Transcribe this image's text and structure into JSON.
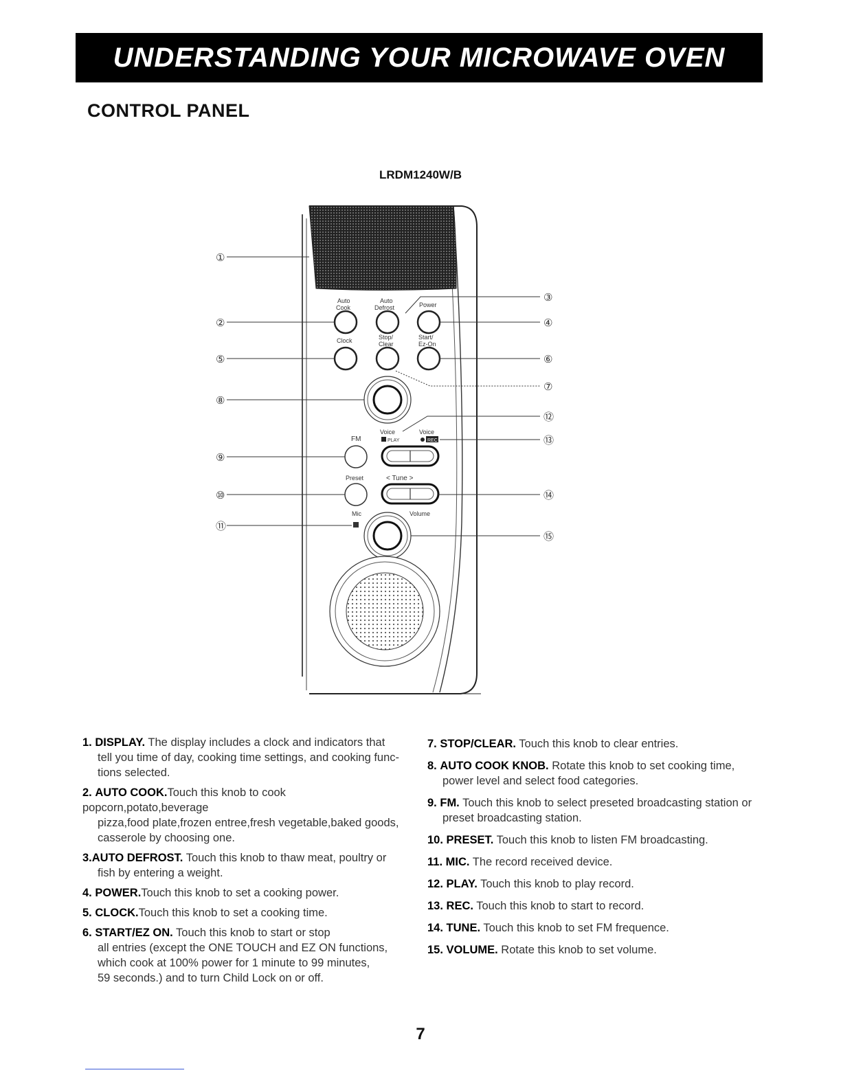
{
  "header": {
    "banner_title": "UNDERSTANDING YOUR MICROWAVE OVEN"
  },
  "section": {
    "title": "CONTROL PANEL",
    "model": "LRDM1240W/B"
  },
  "panel_labels": {
    "auto_cook": "Auto\nCook",
    "auto_defrost": "Auto\nDefrost",
    "power": "Power",
    "clock": "Clock",
    "stop_clear": "Stop/\nClear",
    "start_ezon": "Start/\nEz-On",
    "voice_play": "Voice",
    "play": "PLAY",
    "voice_rec": "Voice",
    "rec": "REC",
    "fm": "FM",
    "preset": "Preset",
    "tune": "<  Tune  >",
    "mic": "Mic",
    "volume": "Volume"
  },
  "callouts": [
    "①",
    "②",
    "③",
    "④",
    "⑤",
    "⑥",
    "⑦",
    "⑧",
    "⑨",
    "⑩",
    "⑪",
    "⑫",
    "⑬",
    "⑭",
    "⑮"
  ],
  "descriptions_left": [
    {
      "num": "1.",
      "key": "DISPLAY.",
      "text": "The display includes a clock and indicators that",
      "cont": [
        "tell you time of day, cooking time settings, and cooking func-",
        "tions selected."
      ]
    },
    {
      "num": "2.",
      "key": "AUTO COOK.",
      "text": "Touch this knob to cook popcorn,potato,beverage",
      "cont": [
        "pizza,food plate,frozen entree,fresh vegetable,baked goods,",
        "casserole by choosing one."
      ]
    },
    {
      "num": "3.",
      "key": "AUTO DEFROST.",
      "text": "Touch this knob to thaw meat, poultry or",
      "cont": [
        "fish by entering a weight."
      ]
    },
    {
      "num": "4.",
      "key": "POWER.",
      "text": "Touch this knob to set a cooking power.",
      "cont": []
    },
    {
      "num": "5.",
      "key": "CLOCK.",
      "text": "Touch this knob to set a cooking time.",
      "cont": []
    },
    {
      "num": "6.",
      "key": "START/EZ ON.",
      "text": "Touch this knob to start or stop",
      "cont": [
        "all entries (except the ONE TOUCH and EZ ON functions,",
        "which cook at 100% power for 1 minute to 99 minutes,",
        "59 seconds.) and to turn Child Lock on or off."
      ]
    }
  ],
  "descriptions_right": [
    {
      "num": "7.",
      "key": "STOP/CLEAR.",
      "text": "Touch this knob to clear entries.",
      "cont": []
    },
    {
      "num": "8.",
      "key": "AUTO COOK KNOB.",
      "text": "Rotate this knob to set cooking time,",
      "cont": [
        "power level and select food categories."
      ]
    },
    {
      "num": "9.",
      "key": "FM.",
      "text": "Touch this knob to select preseted broadcasting station or",
      "cont": [
        "preset broadcasting station."
      ]
    },
    {
      "num": "10.",
      "key": "PRESET.",
      "text": "Touch this knob to listen FM broadcasting.",
      "cont": []
    },
    {
      "num": "11.",
      "key": "MIC.",
      "text": "The record received device.",
      "cont": []
    },
    {
      "num": "12.",
      "key": "PLAY.",
      "text": "Touch this knob to play record.",
      "cont": []
    },
    {
      "num": "13.",
      "key": "REC.",
      "text": "Touch this knob to start to record.",
      "cont": []
    },
    {
      "num": "14.",
      "key": "TUNE.",
      "text": "Touch this knob to set FM frequence.",
      "cont": []
    },
    {
      "num": "15.",
      "key": "VOLUME.",
      "text": "Rotate this knob to set volume.",
      "cont": []
    }
  ],
  "footer": {
    "page_number": "7"
  }
}
